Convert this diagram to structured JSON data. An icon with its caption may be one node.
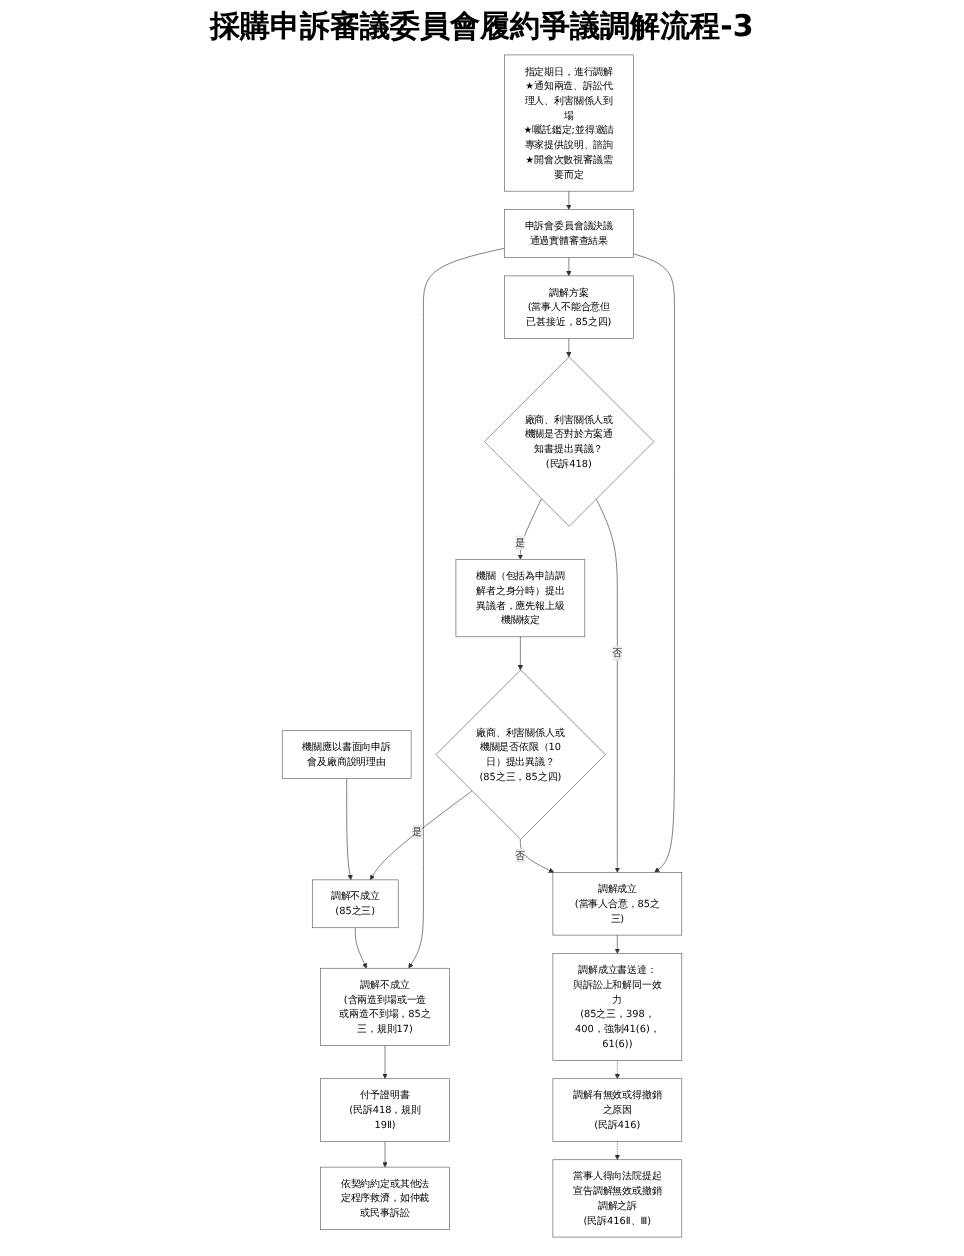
{
  "diagram": {
    "title": "採購申訴審議委員會履約爭議調解流程-3",
    "nodes": [
      {
        "text": [
          "指定期日，進行調解",
          "★通知兩造、訴訟代理人、利害關係人到場",
          "★囑託鑑定;並得邀請專家提供說明、諮詢",
          "★開會次數視審議需要而定"
        ]
      },
      {
        "text": [
          "申訴會委員會議決議通過實體審查結果"
        ]
      },
      {
        "text": [
          "調解不成立",
          "(含兩造到場或一造或兩造不到場，85之三，規則17)"
        ]
      },
      {
        "text": [
          "調解方案",
          "(當事人不能合意但已甚接近，85之四)"
        ]
      },
      {
        "text": [
          "調解成立",
          "(當事人合意，85之三)"
        ]
      },
      {
        "text": [
          "廠商、利害關係人或機關是否對於方案通知書提出異議？",
          "(民訴418)"
        ]
      },
      {
        "text": [
          "付予證明書",
          "(民訴418，規則19Ⅱ)"
        ]
      },
      {
        "text": [
          "機關（包括為申請調解者之身分時）提出異議者，應先報上級機關核定"
        ]
      },
      {
        "text": [
          "調解成立書送達：",
          "與訴訟上和解同一效力",
          "(85之三，398，400，強制41(6)，61(6))"
        ]
      },
      {
        "text": [
          "依契約約定或其他法定程序救濟，如仲裁或民事訴訟"
        ]
      },
      {
        "text": [
          "廠商、利害關係人或機關是否依限（10日）提出異議？",
          "(85之三，85之四)"
        ]
      },
      {
        "text": [
          "調解有無效或得撤銷之原因",
          "(民訴416)"
        ]
      },
      {
        "text": [
          "機關應以書面向申訴會及廠商說明理由"
        ]
      },
      {
        "text": [
          "當事人得向法院提起宣告調解無效或撤銷調解之訴",
          "(民訴416Ⅱ、Ⅲ)"
        ]
      },
      {
        "text": [
          "調解不成立",
          "(85之三)"
        ]
      }
    ],
    "edges": [
      {
        "from": 0,
        "to": 1,
        "arrow": "to"
      },
      {
        "from": 1,
        "to": 2,
        "arrow": "to"
      },
      {
        "from": 1,
        "to": 3,
        "arrow": "to"
      },
      {
        "from": 1,
        "to": 4,
        "arrow": "to"
      },
      {
        "from": 2,
        "to": 6,
        "arrow": "to"
      },
      {
        "from": 6,
        "to": 9,
        "arrow": "to"
      },
      {
        "from": 3,
        "to": 5,
        "arrow": "to"
      },
      {
        "from": 5,
        "to": 4,
        "arrow": "to",
        "label": "否"
      },
      {
        "from": 5,
        "to": 7,
        "arrow": "to",
        "label": "是"
      },
      {
        "from": 7,
        "to": 10,
        "arrow": "to"
      },
      {
        "from": 10,
        "to": 4,
        "arrow": "to",
        "label": "否"
      },
      {
        "from": 10,
        "to": 14,
        "arrow": "to",
        "label": "是"
      },
      {
        "from": 12,
        "to": 14,
        "arrow": "to"
      },
      {
        "from": 14,
        "to": 2,
        "arrow": "to"
      },
      {
        "from": 4,
        "to": 8,
        "arrow": "to"
      },
      {
        "from": 8,
        "to": 11,
        "arrow": "to",
        "style": "dashed"
      },
      {
        "from": 11,
        "to": 13,
        "arrow": "to",
        "style": "dashed"
      }
    ]
  }
}
